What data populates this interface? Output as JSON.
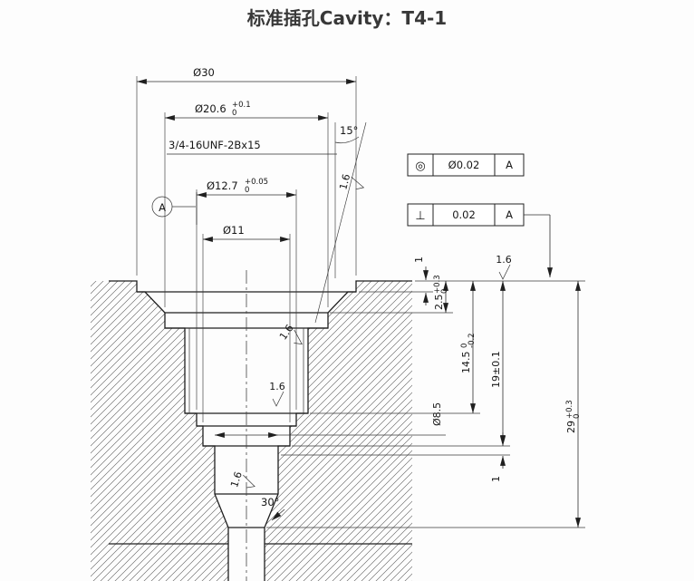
{
  "title": "标准插孔Cavity：T4-1",
  "dims": {
    "dia30": "Ø30",
    "dia206": {
      "main": "Ø20.6",
      "tol_up": "+0.1",
      "tol_low": "0"
    },
    "thread": "3/4-16UNF-2Bx15",
    "dia127": {
      "main": "Ø12.7",
      "tol_up": "+0.05",
      "tol_low": "0"
    },
    "dia11": "Ø11",
    "dia85": "Ø8.5",
    "angle15": "15°",
    "angle30": "30°",
    "depth1_top": "1",
    "depth2_5": {
      "main": "2.5",
      "tol_up": "+0.3",
      "tol_low": "0"
    },
    "depth14_5": {
      "main": "14.5",
      "tol_up": "0",
      "tol_low": "-0.2"
    },
    "depth19": "19±0.1",
    "depth29": {
      "main": "29",
      "tol_up": "+0.3",
      "tol_low": "0"
    },
    "depth1_bottom": "1"
  },
  "roughness": {
    "value": "1.6"
  },
  "datum": {
    "label": "A"
  },
  "gdt": {
    "concentricity": {
      "symbol": "◎",
      "value": "Ø0.02",
      "datum": "A"
    },
    "perpendicularity": {
      "symbol": "⊥",
      "value": "0.02",
      "datum": "A"
    }
  }
}
